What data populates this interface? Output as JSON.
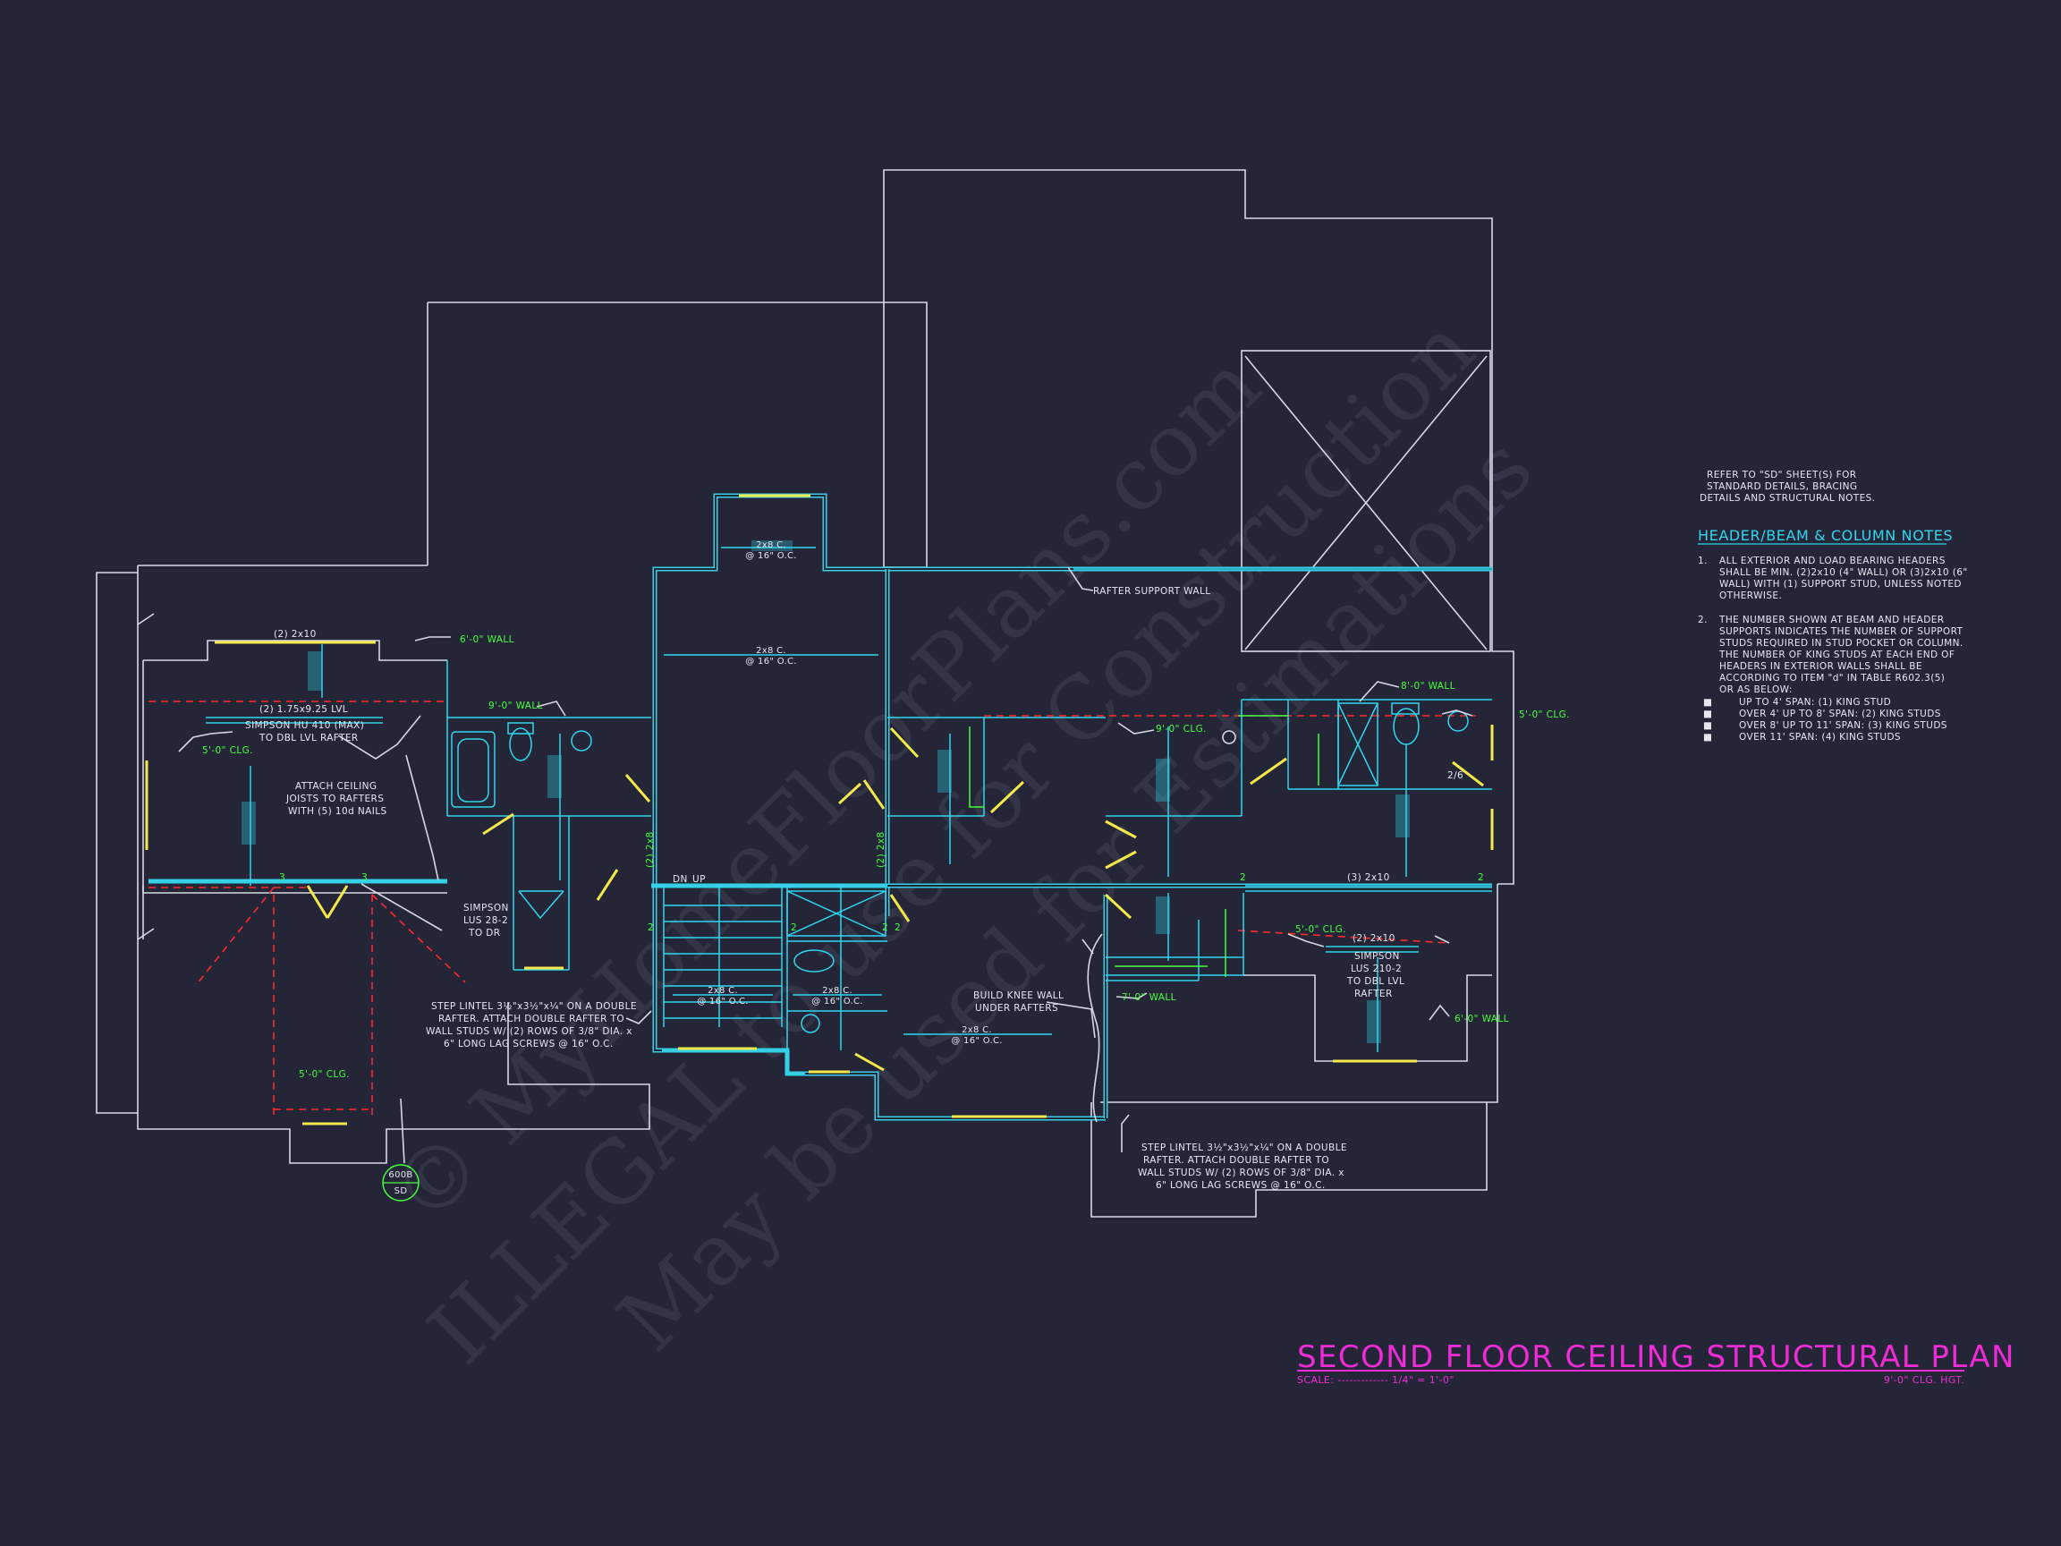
{
  "watermark": {
    "line1": "© MyHomeFloorPlans.com",
    "line2": "ILLEGAL to use for Construction",
    "line3": "May be used for Estimations"
  },
  "title": {
    "main": "SECOND FLOOR CEILING STRUCTURAL PLAN",
    "scale_prefix": "SCALE: ------------- 1/4\" = 1'-0\"",
    "height_note": "9'-0\" CLG. HGT."
  },
  "notes": {
    "refer": [
      "REFER TO \"SD\" SHEET(S) FOR",
      "STANDARD DETAILS, BRACING",
      "DETAILS AND STRUCTURAL NOTES."
    ],
    "heading": "HEADER/BEAM & COLUMN NOTES",
    "item1_num": "1.",
    "item1": [
      "ALL EXTERIOR AND LOAD BEARING HEADERS",
      "SHALL BE MIN. (2)2x10 (4\" WALL) OR (3)2x10 (6\"",
      "WALL) WITH (1) SUPPORT STUD, UNLESS NOTED",
      "OTHERWISE."
    ],
    "item2_num": "2.",
    "item2": [
      "THE NUMBER SHOWN AT BEAM AND HEADER",
      "SUPPORTS INDICATES THE NUMBER OF SUPPORT",
      "STUDS REQUIRED IN STUD POCKET OR COLUMN.",
      "THE NUMBER OF KING STUDS AT EACH END OF",
      "HEADERS IN EXTERIOR WALLS SHALL BE",
      "ACCORDING TO ITEM \"d\" IN TABLE R602.3(5)",
      "OR AS BELOW:"
    ],
    "spans": [
      "UP TO 4' SPAN: (1) KING STUD",
      "OVER 4' UP TO 8' SPAN: (2) KING STUDS",
      "OVER 8' UP TO 11' SPAN: (3) KING STUDS",
      "OVER 11' SPAN: (4) KING STUDS"
    ]
  },
  "labels": {
    "rafter_support_wall": "RAFTER SUPPORT WALL",
    "joist_top": [
      "2x8 C.",
      "@ 16\" O.C."
    ],
    "joist_mid": [
      "2x8 C.",
      "@ 16\" O.C."
    ],
    "joist_stair_l": [
      "2x8 C.",
      "@ 16\" O.C."
    ],
    "joist_stair_r": [
      "2x8 C.",
      "@ 16\" O.C."
    ],
    "joist_bottom": [
      "2x8 C.",
      "@ 16\" O.C."
    ],
    "left_2x10": "(2) 2x10",
    "left_lvl": "(2) 1.75x9.25 LVL",
    "simpson_hu": [
      "SIMPSON HU 410 (MAX)",
      "TO DBL LVL RAFTER"
    ],
    "attach_ceiling": [
      "ATTACH CEILING",
      "JOISTS TO RAFTERS",
      "WITH (5) 10d NAILS"
    ],
    "simpson_lus28": [
      "SIMPSON",
      "LUS 28-2",
      "TO DR"
    ],
    "step_lintel_left": [
      "STEP LINTEL 3½\"x3½\"x¼\" ON A DOUBLE",
      "RAFTER.  ATTACH DOUBLE RAFTER TO",
      "WALL STUDS W/ (2) ROWS OF 3/8\" DIA. x",
      "6\" LONG LAG SCREWS @ 16\" O.C."
    ],
    "step_lintel_right": [
      "STEP LINTEL 3½\"x3½\"x¼\" ON A DOUBLE",
      "RAFTER.  ATTACH DOUBLE RAFTER TO",
      "WALL STUDS W/ (2) ROWS OF 3/8\" DIA. x",
      "6\" LONG LAG SCREWS @ 16\" O.C."
    ],
    "build_knee": [
      "BUILD KNEE WALL",
      "UNDER RAFTERS"
    ],
    "right_3x10": "(3) 2x10",
    "right_2x10": "(2) 2x10",
    "simpson_lus210": [
      "SIMPSON",
      "LUS 210-2",
      "TO DBL LVL",
      "RAFTER"
    ],
    "wall_6_left": "6'-0\" WALL",
    "wall_9_left": "9'-0\" WALL",
    "clg_5_left": "5'-0\" CLG.",
    "clg_5_bottom": "5'-0\" CLG.",
    "wall_8_right": "8'-0\" WALL",
    "clg_5_right": "5'-0\" CLG.",
    "clg_9_right": "9'-0\" CLG.",
    "clg_5_right2": "5'-0\" CLG.",
    "wall_7_right": "7'-0\" WALL",
    "wall_6_right": "6'-0\" WALL",
    "stair_2x8_l": "(2) 2x8",
    "stair_2x8_r": "(2) 2x8",
    "dn": "DN",
    "up": "UP",
    "n3a": "3",
    "n3b": "3",
    "n2a": "2",
    "n2b": "2",
    "n2c": "2",
    "n2d": "2",
    "n2e": "2",
    "n2f": "2",
    "n26": "2/6",
    "detail_num": "600B",
    "detail_sheet": "SD"
  },
  "colors": {
    "background": "#242638",
    "outline": "#d7d9e4",
    "wall": "#33d0e6",
    "title": "#ee2bd6",
    "dashed_beam": "#ff2a2a",
    "note_green": "#46ff3c",
    "header_yellow": "#f6e94a"
  }
}
